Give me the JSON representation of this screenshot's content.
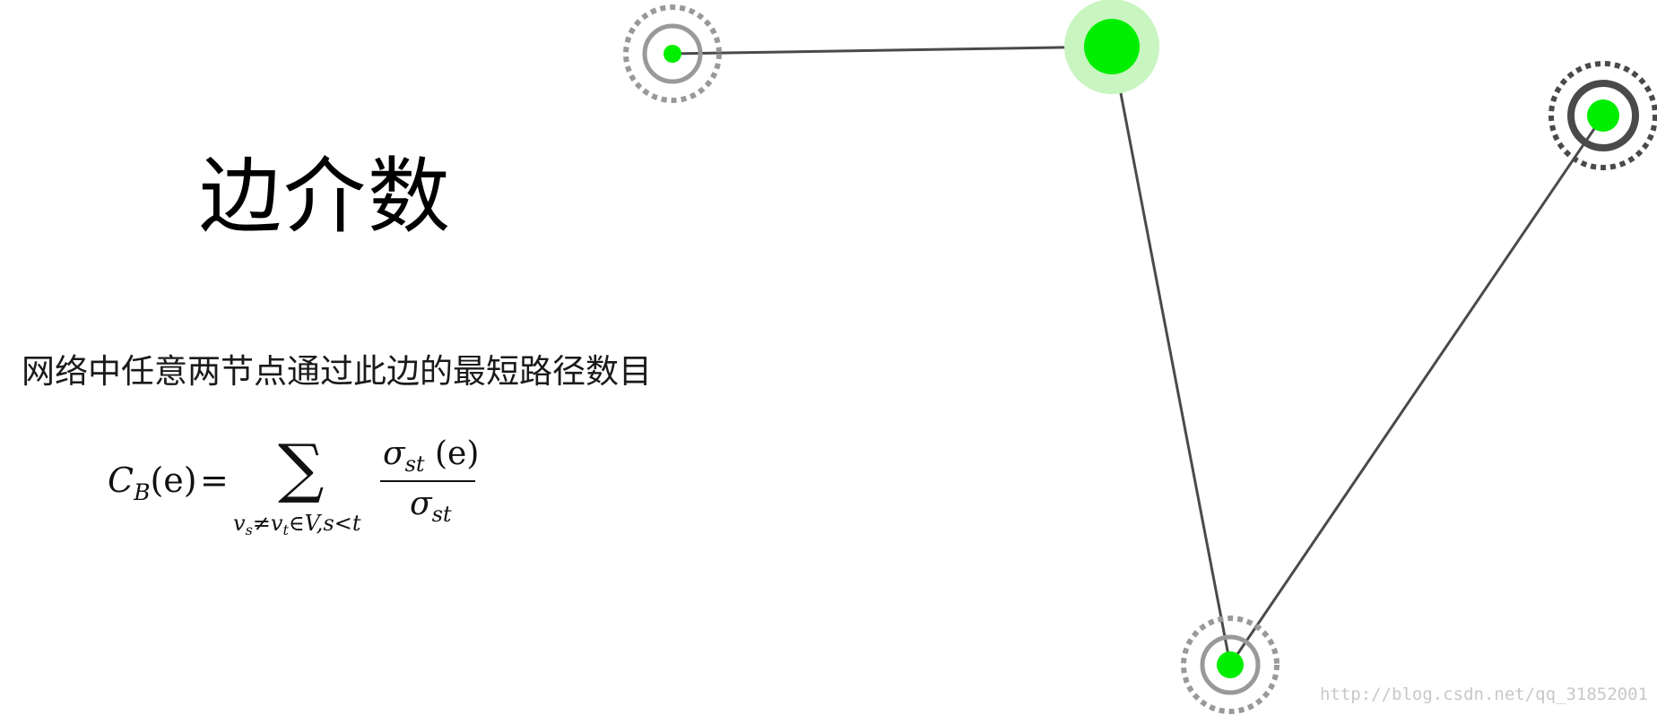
{
  "title": "边介数",
  "description": "网络中任意两节点通过此边的最短路径数目",
  "formula": {
    "lhs_symbol": "C",
    "lhs_sub": "B",
    "lhs_arg": "(e)",
    "equals": "=",
    "sum_symbol": "∑",
    "under_v1": "v",
    "under_s": "s",
    "under_neq": "≠",
    "under_v2": "v",
    "under_t": "t",
    "under_rest": "∈V,s<t",
    "num_sigma": "σ",
    "num_sub": "st",
    "num_arg": "(e)",
    "den_sigma": "σ",
    "den_sub": "st"
  },
  "graph": {
    "node_color": "#00ee00",
    "halo_color": "#c8f5c0",
    "edge_color": "#4a4a4a",
    "ring_light": "#999999",
    "ring_dark": "#4a4a4a",
    "nodes": [
      {
        "id": "n1",
        "style": "ring-light"
      },
      {
        "id": "n2",
        "style": "halo"
      },
      {
        "id": "n3",
        "style": "ring-dark"
      },
      {
        "id": "n4",
        "style": "ring-light"
      }
    ],
    "edges": [
      {
        "from": "n1",
        "to": "n2"
      },
      {
        "from": "n2",
        "to": "n4"
      },
      {
        "from": "n4",
        "to": "n3"
      }
    ]
  },
  "watermark": "http://blog.csdn.net/qq_31852001"
}
